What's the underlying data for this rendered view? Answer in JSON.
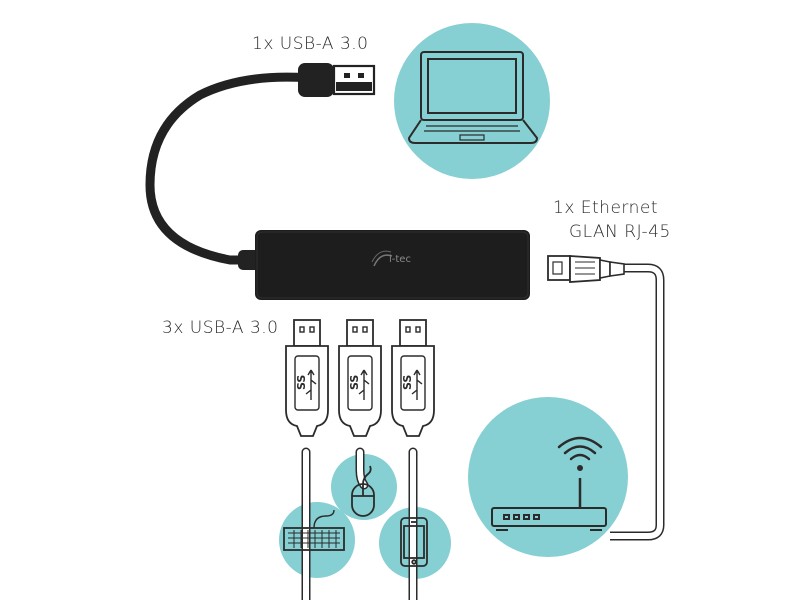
{
  "labels": {
    "usb_in": "1x USB-A 3.0",
    "ethernet_line1": "1x Ethernet",
    "ethernet_line2": "GLAN RJ-45",
    "usb_out": "3x USB-A 3.0"
  },
  "hub": {
    "logo_text": "i-tec"
  },
  "colors": {
    "teal": "#86cfd2",
    "hub_body": "#1d1d1d",
    "cable_dark": "#222222",
    "outline": "#2b2b2b"
  },
  "icons": {
    "laptop": "laptop-icon",
    "router": "router-icon",
    "wifi": "wifi-icon",
    "keyboard": "keyboard-icon",
    "mouse": "mouse-icon",
    "phone": "smartphone-icon",
    "usb_ss": "usb-superspeed-icon"
  }
}
